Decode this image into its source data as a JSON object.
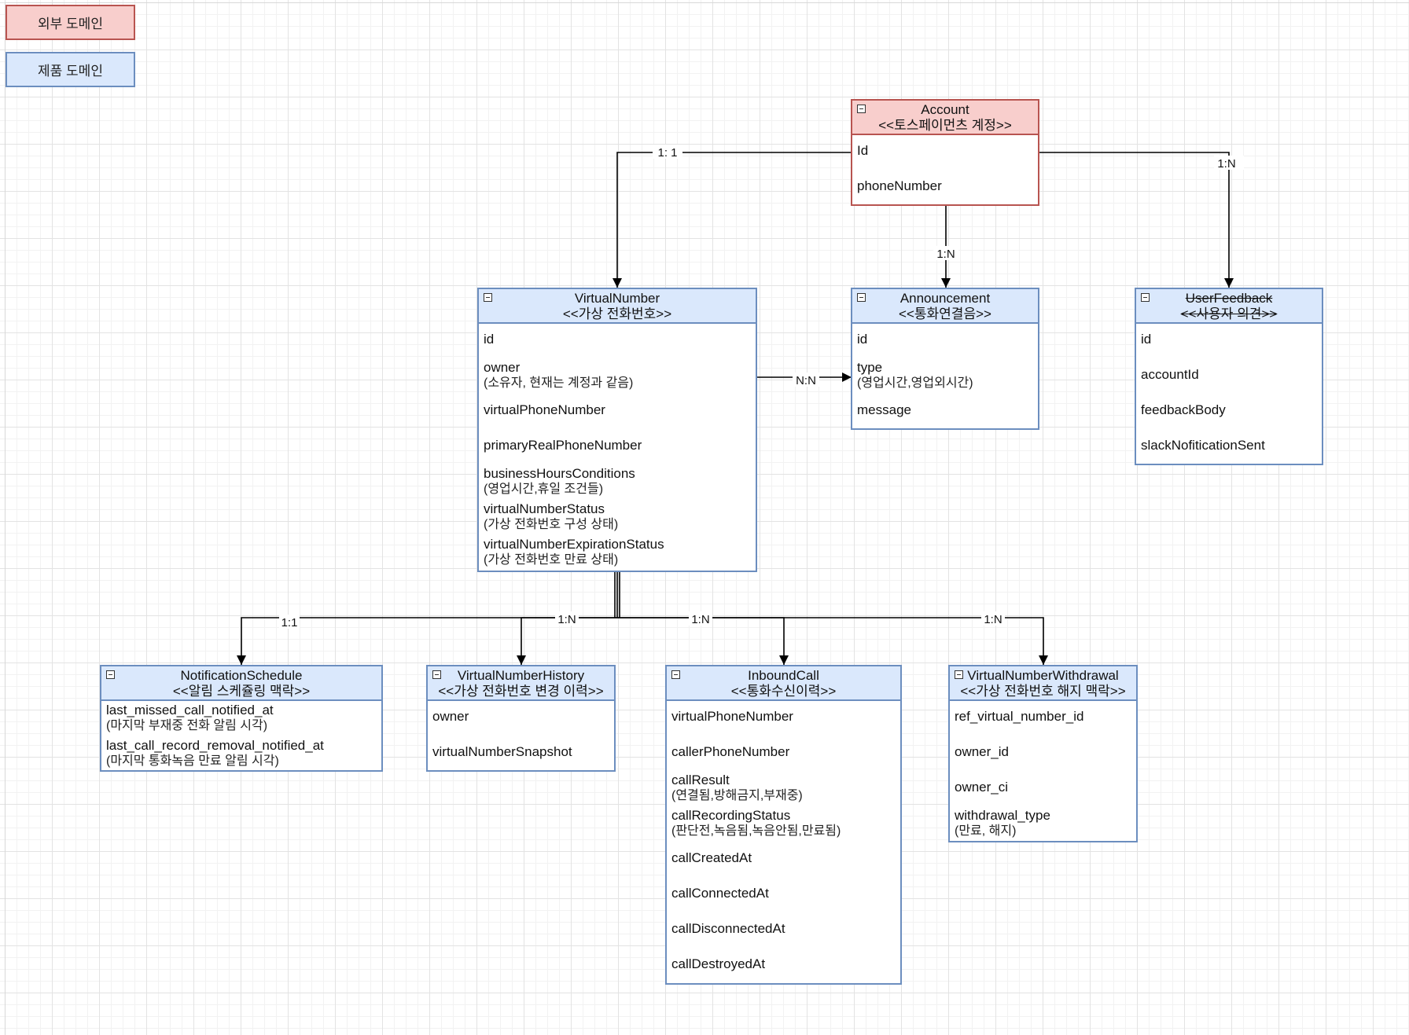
{
  "legend": {
    "external": "외부 도메인",
    "product": "제품 도메인"
  },
  "colors": {
    "external_fill": "#f8cecc",
    "external_stroke": "#b85450",
    "product_fill": "#dae8fc",
    "product_stroke": "#6c8ebf",
    "edge": "#000000"
  },
  "icons": {
    "collapse": "collapse-toggle-icon",
    "arrowhead": "arrowhead-icon"
  },
  "entities": {
    "account": {
      "name": "Account",
      "stereotype": "<<토스페이먼츠 계정>>",
      "fields": [
        {
          "name": "Id"
        },
        {
          "name": "phoneNumber"
        }
      ]
    },
    "virtual_number": {
      "name": "VirtualNumber",
      "stereotype": "<<가상 전화번호>>",
      "fields": [
        {
          "name": "id"
        },
        {
          "name": "owner",
          "note": "(소유자, 현재는 계정과 같음)"
        },
        {
          "name": "virtualPhoneNumber"
        },
        {
          "name": "primaryRealPhoneNumber"
        },
        {
          "name": "businessHoursConditions",
          "note": "(영업시간,휴일 조건들)"
        },
        {
          "name": "virtualNumberStatus",
          "note": "(가상 전화번호 구성 상태)"
        },
        {
          "name": "virtualNumberExpirationStatus",
          "note": "(가상 전화번호 만료 상태)"
        }
      ]
    },
    "announcement": {
      "name": "Announcement",
      "stereotype": "<<통화연결음>>",
      "fields": [
        {
          "name": "id"
        },
        {
          "name": "type",
          "note": "(영업시간,영업외시간)"
        },
        {
          "name": "message"
        }
      ]
    },
    "user_feedback": {
      "name": "UserFeedback",
      "stereotype": "<<사용자 의견>>",
      "fields": [
        {
          "name": "id"
        },
        {
          "name": "accountId"
        },
        {
          "name": "feedbackBody"
        },
        {
          "name": "slackNofiticationSent"
        }
      ]
    },
    "notification_schedule": {
      "name": "NotificationSchedule",
      "stereotype": "<<알림 스케쥴링 맥락>>",
      "fields": [
        {
          "name": "last_missed_call_notified_at",
          "note": "(마지막 부재중 전화 알림 시각)"
        },
        {
          "name": "last_call_record_removal_notified_at",
          "note": "(마지막 통화녹음 만료 알림 시각)"
        }
      ]
    },
    "virtual_number_history": {
      "name": "VirtualNumberHistory",
      "stereotype": "<<가상 전화번호 변경 이력>>",
      "fields": [
        {
          "name": "owner"
        },
        {
          "name": "virtualNumberSnapshot"
        }
      ]
    },
    "inbound_call": {
      "name": "InboundCall",
      "stereotype": "<<통화수신이력>>",
      "fields": [
        {
          "name": "virtualPhoneNumber"
        },
        {
          "name": "callerPhoneNumber"
        },
        {
          "name": "callResult",
          "note": "(연결됨,방해금지,부재중)"
        },
        {
          "name": "callRecordingStatus",
          "note": "(판단전,녹음됨,녹음안됨,만료됨)"
        },
        {
          "name": "callCreatedAt"
        },
        {
          "name": "callConnectedAt"
        },
        {
          "name": "callDisconnectedAt"
        },
        {
          "name": "callDestroyedAt"
        }
      ]
    },
    "virtual_number_withdrawal": {
      "name": "VirtualNumberWithdrawal",
      "stereotype": "<<가상 전화번호 해지 맥락>>",
      "fields": [
        {
          "name": "ref_virtual_number_id"
        },
        {
          "name": "owner_id"
        },
        {
          "name": "owner_ci"
        },
        {
          "name": "withdrawal_type",
          "note": "(만료, 해지)"
        }
      ]
    }
  },
  "relations": {
    "account_virtual_number": "1: 1",
    "account_announcement": "1:N",
    "account_user_feedback": "1:N",
    "virtual_number_announcement": "N:N",
    "virtual_number_notification_schedule": "1:1",
    "virtual_number_history": "1:N",
    "virtual_number_inbound_call": "1:N",
    "virtual_number_withdrawal": "1:N"
  }
}
